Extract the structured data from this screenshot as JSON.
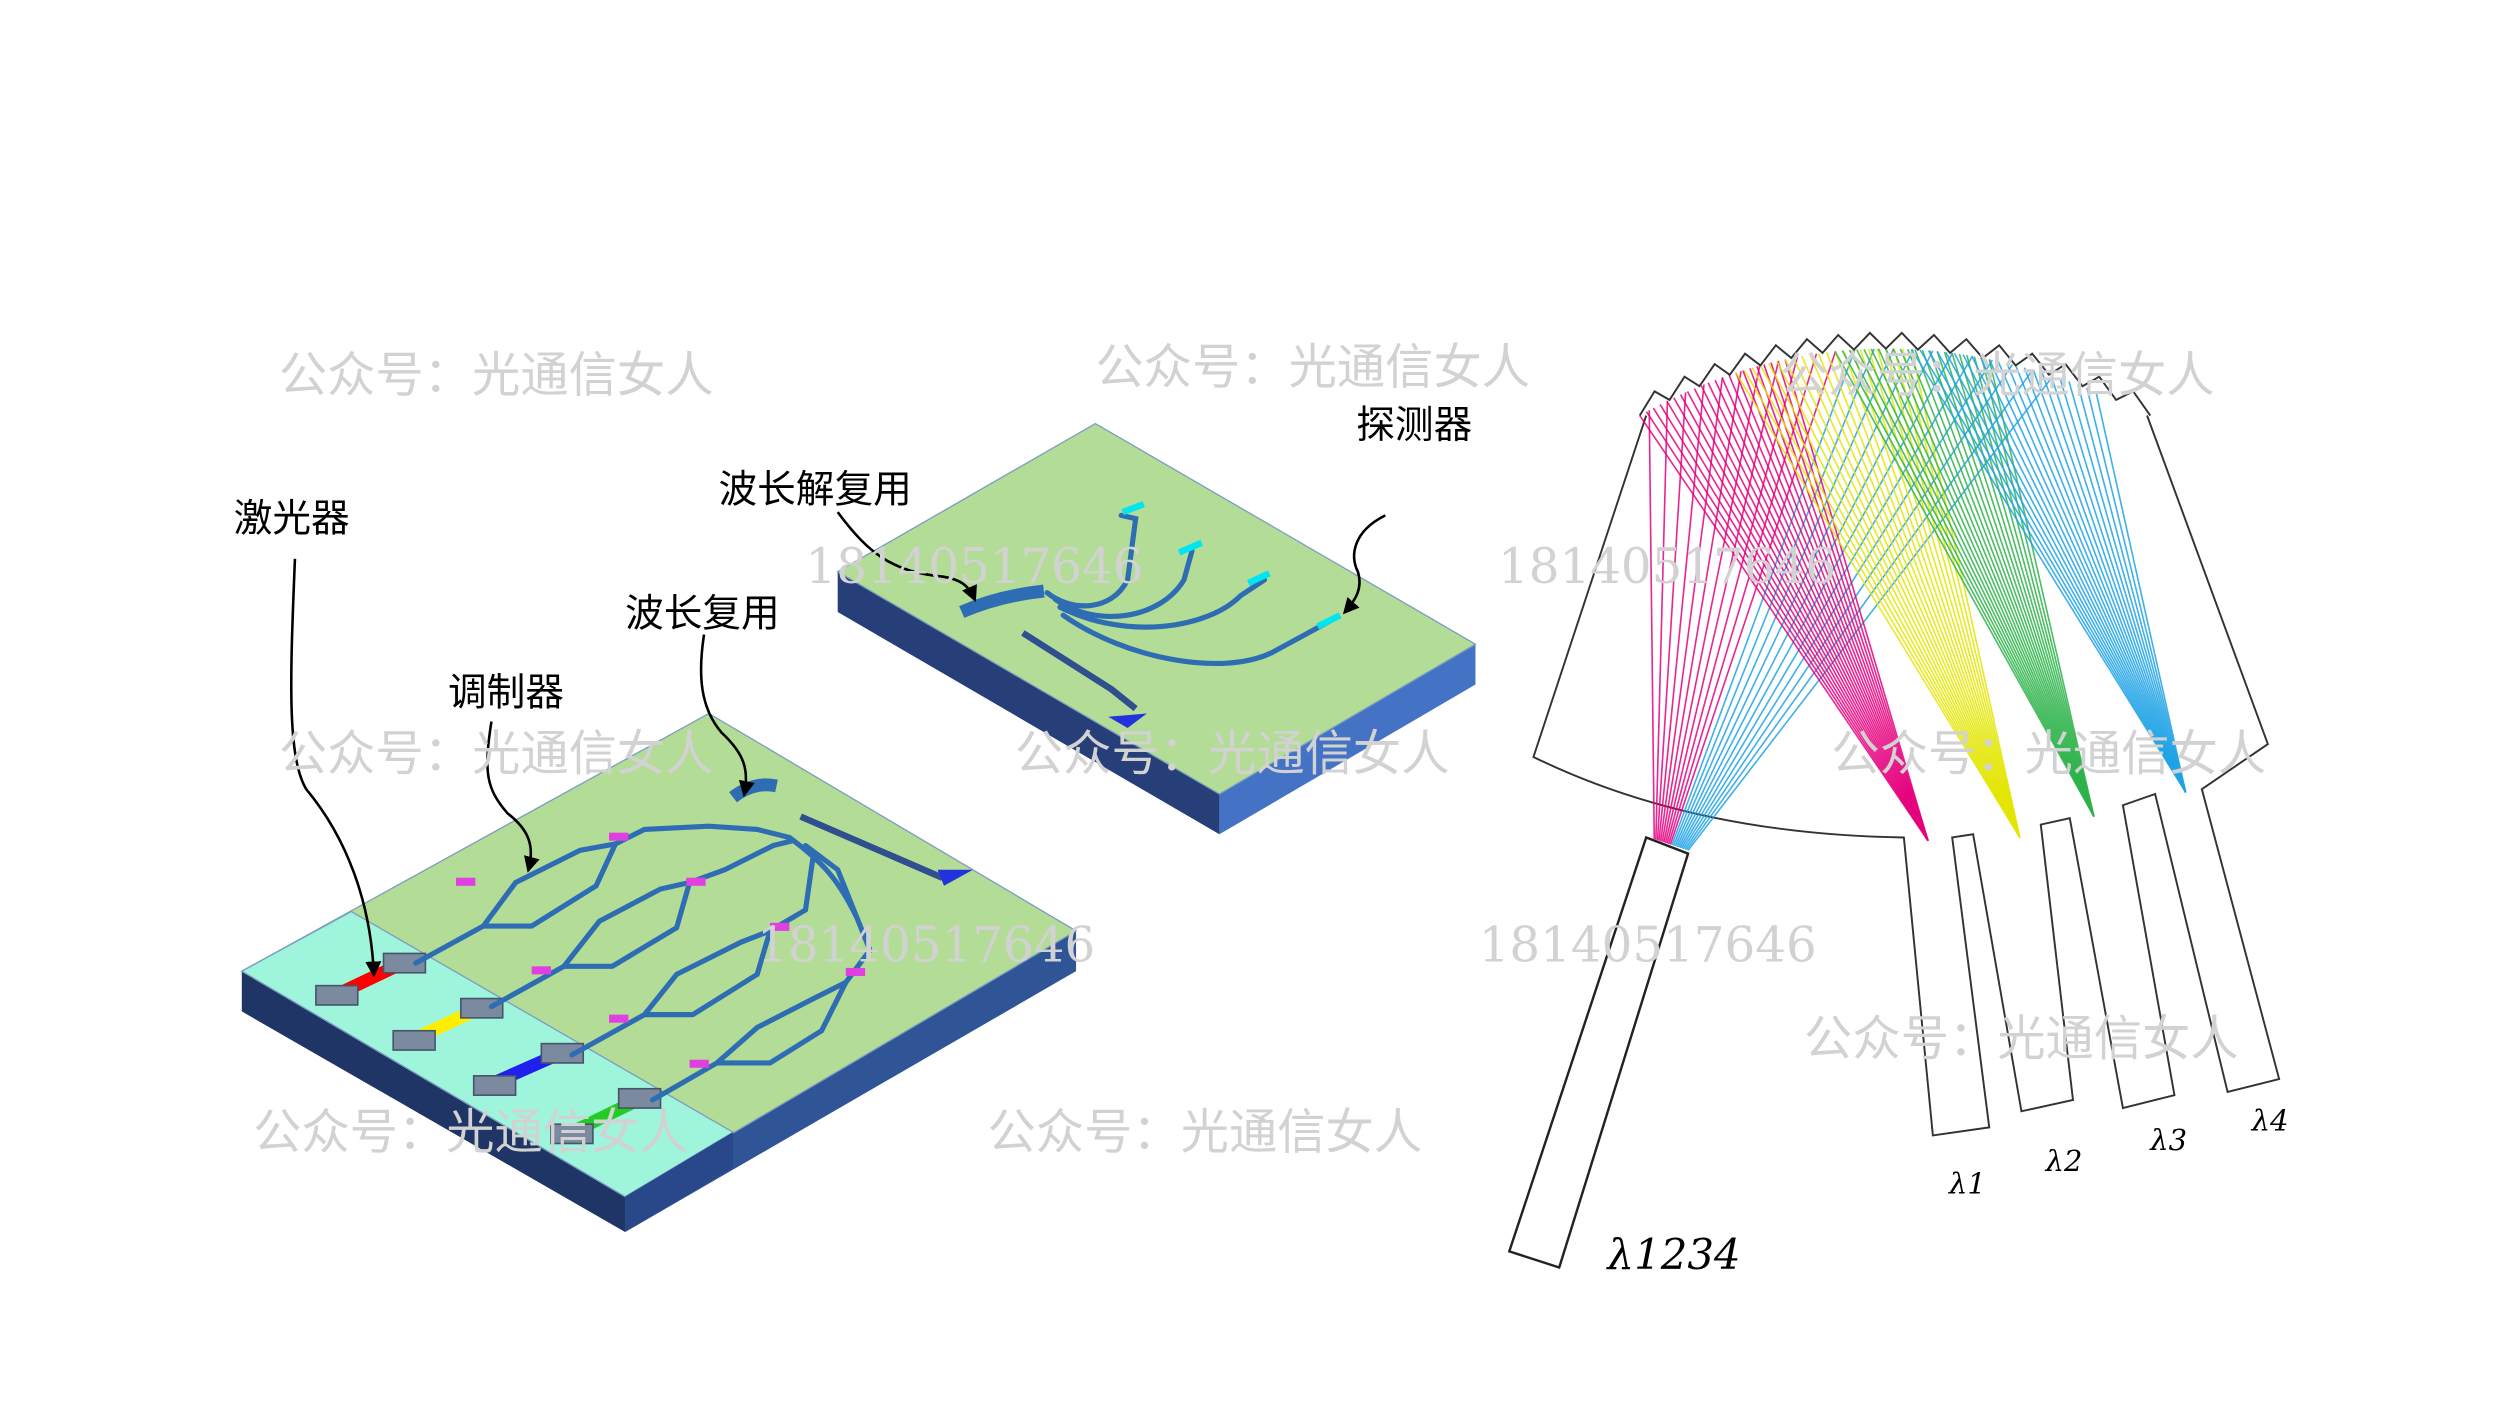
{
  "labels": {
    "laser": "激光器",
    "modulator": "调制器",
    "mux": "波长复用",
    "demux": "波长解复用",
    "detector": "探测器"
  },
  "wavelengths": {
    "input": "λ1234",
    "out1": "λ1",
    "out2": "λ2",
    "out3": "λ3",
    "out4": "λ4"
  },
  "watermarks": {
    "account": "公众号：光通信女人",
    "phone": "18140517646"
  },
  "colors": {
    "chip_top": "#b3dc96",
    "laser_region": "#9ff5dc",
    "chip_side": "#2f4f8f",
    "waveguide": "#2e6db4",
    "ray_magenta": "#e6007e",
    "ray_yellow": "#e3e600",
    "ray_green": "#2db34a",
    "ray_blue": "#1fa3e6"
  }
}
